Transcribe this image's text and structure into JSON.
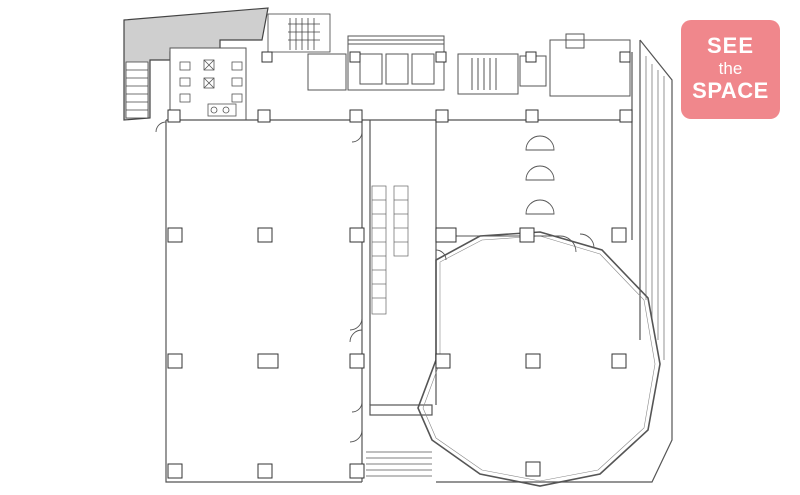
{
  "badge": {
    "line1": "SEE",
    "line2": "the",
    "line3": "SPACE",
    "color": "#f0878c",
    "text_color": "#ffffff"
  },
  "plan": {
    "wall_color": "#555555",
    "service_core_color": "#cfcfcf"
  }
}
